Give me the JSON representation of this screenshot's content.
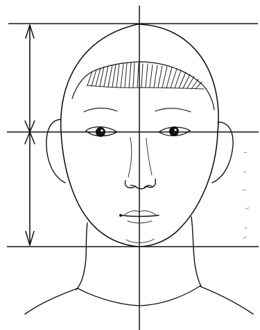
{
  "colors": {
    "ink": "#111111",
    "soft_ink": "#555555",
    "paper": "#ffffff"
  },
  "diagram": {
    "kind": "head proportion sketch",
    "guides": [
      "top-guide",
      "middle-guide",
      "bottom-guide",
      "vertical-center-guide"
    ],
    "features": [
      "head",
      "hair-fringe",
      "ears",
      "eyes",
      "eyebrows",
      "nose",
      "mouth",
      "neck",
      "shoulders"
    ]
  }
}
